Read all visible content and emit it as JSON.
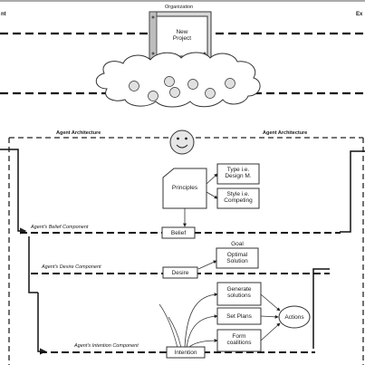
{
  "diagram": {
    "top_left_label": "nt",
    "top_right_label": "Ex",
    "organization": {
      "label": "Organization",
      "document": "New\nProject"
    },
    "agent_architecture_left": "Agent Architecture",
    "agent_architecture_right": "Agent Architecture",
    "principles": "Principles",
    "type_box": "Type i.e.\nDesign M.",
    "style_box": "Style i.e.\nCompeting",
    "belief_component": "Agent's Belief Component",
    "belief": "Belief",
    "goal_label": "Goal",
    "optimal_solution": "Optimal\nSolution",
    "desire_component": "Agent's Desire Component",
    "desire": "Desire",
    "generate_solutions": "Generate\nsolutions",
    "set_plans": "Set Plans",
    "form_coalitions": "Form\ncoalitions",
    "actions": "Actions",
    "intention_component": "Agent's Intention Component",
    "intention": "Intention"
  }
}
